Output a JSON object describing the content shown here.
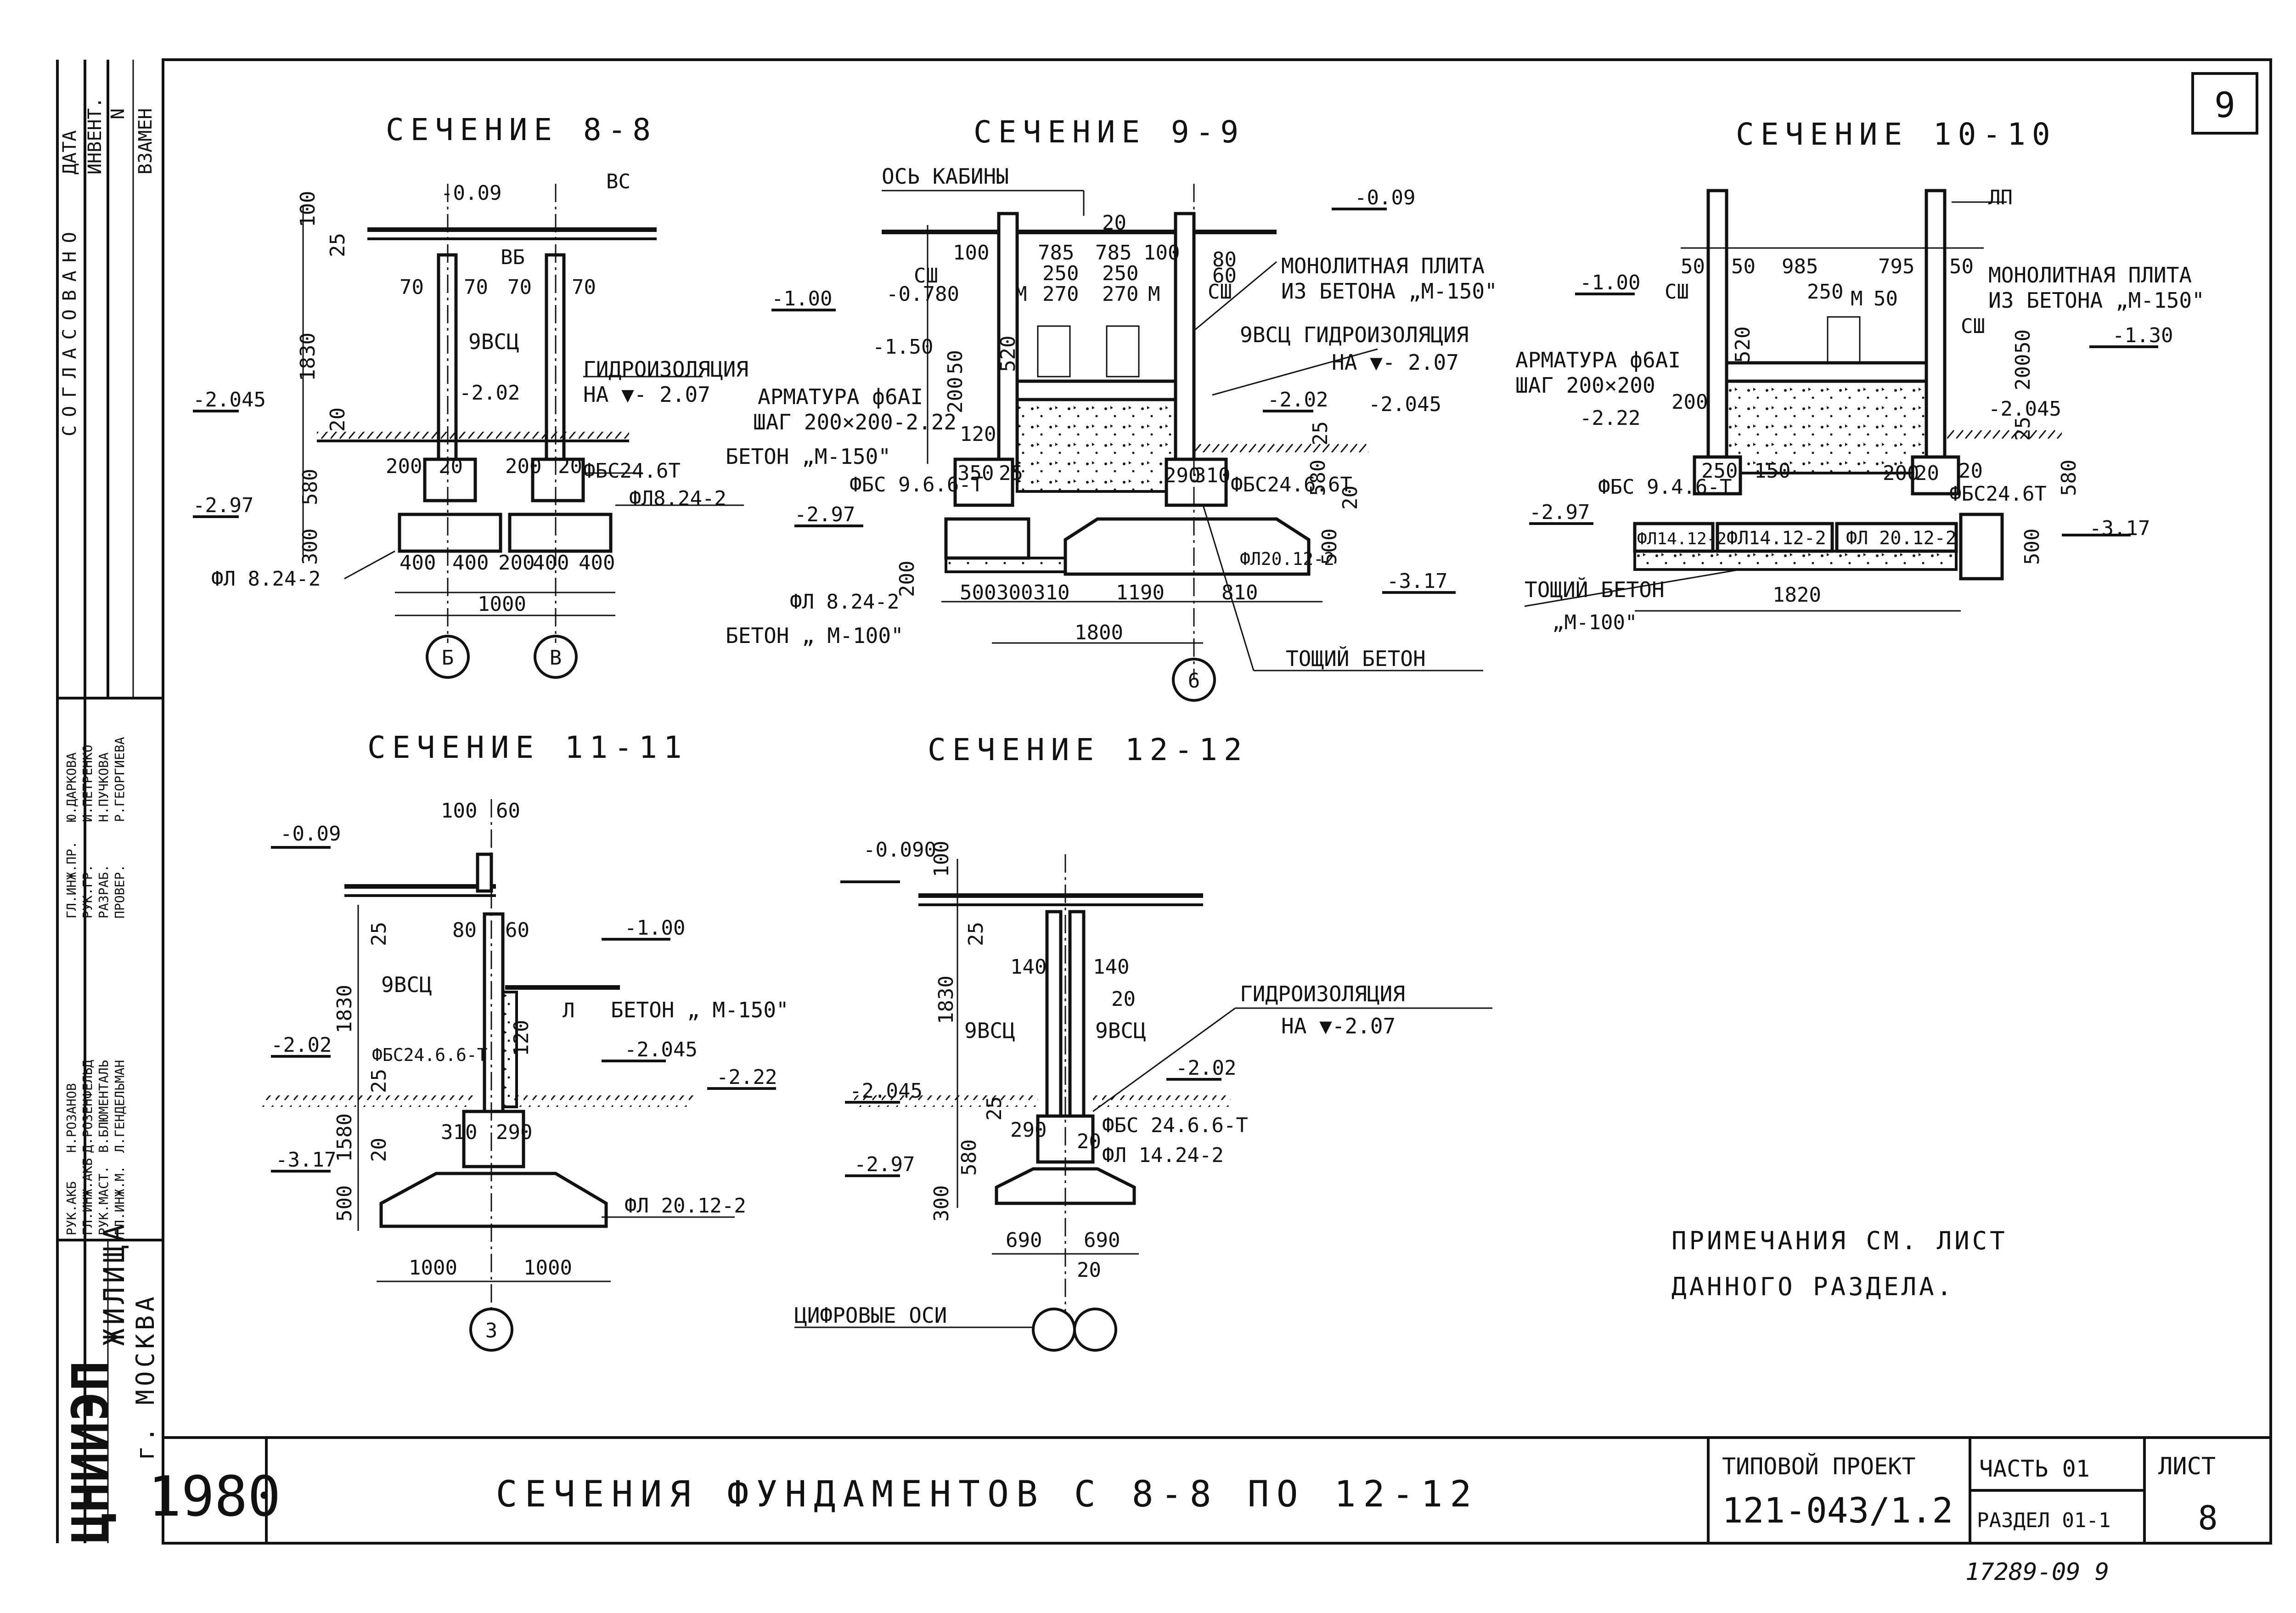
{
  "sheet": {
    "sheet_number": "9",
    "year": "1980",
    "drawing_title": "СЕЧЕНИЯ ФУНДАМЕНТОВ С 8-8 ПО 12-12",
    "project_label": "ТИПОВОЙ ПРОЕКТ",
    "project_code": "121-043/1.2",
    "part": "ЧАСТЬ 01",
    "section": "РАЗДЕЛ 01-1",
    "list_label": "ЛИСТ",
    "list_number": "8",
    "footer_stamp": "17289-09  9",
    "org_logo": "ЦНИИЭП",
    "org_sub1": "ЖИЛИЩА",
    "org_sub2": "г. МОСКВА",
    "side_stamp": [
      "СОГЛАСОВАНО",
      "ДАТА",
      "ИНВЕНТ.",
      "N",
      "ВЗАМЕН"
    ],
    "signatures": [
      "РУК.АКБ",
      "ГЛ.ИНЖ.АКБ",
      "РУК.МАСТ.",
      "ГЛ.ИНЖ.М.",
      "Н.РОЗАНОВ",
      "Д.РОЗЕНФЕЛЬД",
      "В.БЛЮМЕНТАЛЬ",
      "Л.ГЕНДЕЛЬМАН",
      "ГЛ.ИНЖ.ПР.",
      "РУК.ГР.",
      "РАЗРАБ.",
      "ПРОВЕР.",
      "Ю.ДАРКОВА",
      "И.ПЕТРЕНКО",
      "Н.ПУЧКОВА",
      "Р.ГЕОРГИЕВА"
    ],
    "notes_line1": "ПРИМЕЧАНИЯ СМ. ЛИСТ",
    "notes_line2": "ДАННОГО РАЗДЕЛА."
  },
  "sections": {
    "s88": {
      "title": "СЕЧЕНИЕ 8-8",
      "labels": [
        "-0.09",
        "ВС",
        "100",
        "ВБ",
        "25",
        "70",
        "70",
        "70",
        "70",
        "9ВСЦ",
        "1830",
        "ГИДРОИЗОЛЯЦИЯ",
        "НА ▼- 2.07",
        "-2.02",
        "-2.045",
        "20",
        "200",
        "20",
        "200",
        "20",
        "ФБС24.6Т",
        "580",
        "ФЛ8.24-2",
        "-2.97",
        "300",
        "ФЛ 8.24-2",
        "400",
        "400",
        "200",
        "400",
        "400",
        "1000",
        "Б",
        "В"
      ]
    },
    "s99": {
      "title": "СЕЧЕНИЕ 9-9",
      "labels": [
        "ОСЬ КАБИНЫ",
        "20",
        "100",
        "785",
        "785",
        "100",
        "80",
        "СШ",
        "60",
        "СШ",
        "250",
        "250",
        "270",
        "270",
        "М",
        "М",
        "-0.780",
        "-1.00",
        "-1.50",
        "520",
        "50",
        "200",
        "120",
        "АРМАТУРА ф6АI",
        "ШАГ 200×200-2.22",
        "МОНОЛИТНАЯ ПЛИТА",
        "ИЗ БЕТОНА „М-150\"",
        "9ВСЦ ГИДРОИЗОЛЯЦИЯ",
        "НА ▼- 2.07",
        "-0.09",
        "-2.02",
        "-2.045",
        "25",
        "580",
        "20",
        "500",
        "БЕТОН „М-150\"",
        "ФБС 9.6.6-Т",
        "350",
        "25",
        "290",
        "310",
        "ФБС24.6.6Т",
        "-2.97",
        "ФЛ 8.24-2",
        "ФЛ20.12-2",
        "БЕТОН „ М-100\"",
        "500",
        "300",
        "310",
        "1190",
        "810",
        "1800",
        "-3.17",
        "6",
        "ТОЩИЙ БЕТОН",
        "200"
      ]
    },
    "s1010": {
      "title": "СЕЧЕНИЕ 10-10",
      "labels": [
        "ЛП",
        "-1.00",
        "СШ",
        "50",
        "50",
        "985",
        "795",
        "50",
        "250",
        "М",
        "50",
        "520",
        "МОНОЛИТНАЯ ПЛИТА",
        "ИЗ БЕТОНА „М-150\"",
        "СШ",
        "50",
        "200",
        "-1.30",
        "АРМАТУРА ф6АI",
        "ШАГ 200×200",
        "200",
        "-2.22",
        "-2.045",
        "25",
        "150",
        "250",
        "200",
        "20",
        "ФБС 9.4.6-Т",
        "ФБС24.6Т",
        "20",
        "580",
        "-2.97",
        "ФЛ14.12-2",
        "ФЛ14.12-2",
        "ФЛ 20.12-2",
        "500",
        "-3.17",
        "ТОЩИЙ БЕТОН",
        "„М-100\"",
        "1820"
      ]
    },
    "s1111": {
      "title": "СЕЧЕНИЕ 11-11",
      "labels": [
        "100",
        "60",
        "-0.09",
        "25",
        "80",
        "60",
        "-1.00",
        "1830",
        "9ВСЦ",
        "Л",
        "БЕТОН „ М-150\"",
        "120",
        "-2.02",
        "ФБС24.6.6-Т",
        "-2.045",
        "-2.22",
        "25",
        "310",
        "290",
        "1580",
        "20",
        "-3.17",
        "500",
        "ФЛ 20.12-2",
        "1000",
        "1000",
        "3"
      ]
    },
    "s1212": {
      "title": "СЕЧЕНИЕ 12-12",
      "labels": [
        "-0.090",
        "100",
        "25",
        "1830",
        "140",
        "140",
        "20",
        "9ВСЦ",
        "9ВСЦ",
        "ГИДРОИЗОЛЯЦИЯ",
        "НА ▼-2.07",
        "-2.045",
        "-2.02",
        "290",
        "20",
        "ФБС 24.6.6-Т",
        "-2.97",
        "580",
        "25",
        "ФЛ 14.24-2",
        "300",
        "690",
        "690",
        "20",
        "ЦИФРОВЫЕ ОСИ"
      ]
    }
  }
}
